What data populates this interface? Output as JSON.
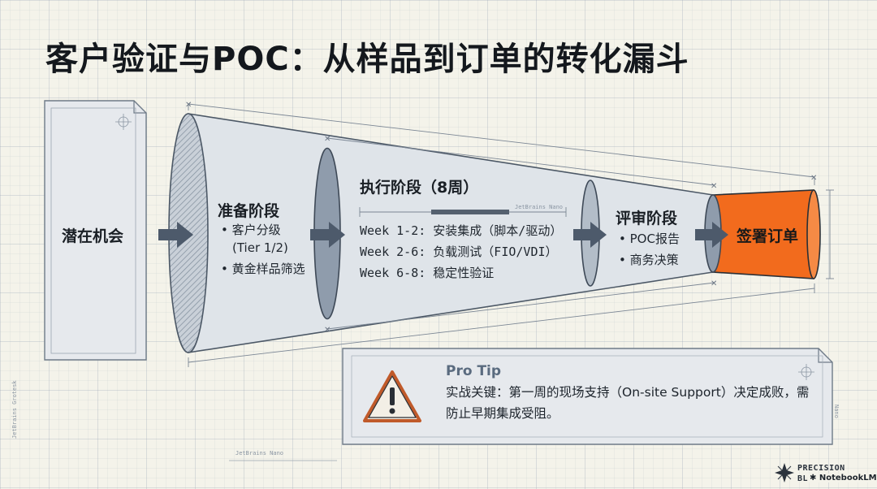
{
  "title": "客户验证与POC：从样品到订单的转化漏斗",
  "stages": {
    "potential": {
      "label": "潜在机会"
    },
    "prep": {
      "title": "准备阶段",
      "bullets": [
        "客户分级",
        "(Tier 1/2)",
        "黄金样品筛选"
      ]
    },
    "exec": {
      "title": "执行阶段（8周）",
      "ruler_label": "JetBrains Nano",
      "weeks": [
        "Week 1-2: 安装集成（脚本/驱动）",
        "Week 2-6: 负载测试（FIO/VDI）",
        "Week 6-8: 稳定性验证"
      ]
    },
    "review": {
      "title": "评审阶段",
      "bullets": [
        "POC报告",
        "商务决策"
      ]
    },
    "order": {
      "label": "签署订单"
    }
  },
  "tip": {
    "title": "Pro Tip",
    "body": "实战关键：第一周的现场支持（On-site Support）决定成败，需防止早期集成受阻。"
  },
  "watermark": {
    "ruler_bottom": "JetBrains Nano",
    "side_left": "JetBrains Grotesk",
    "side_right": "Nano"
  },
  "brand": {
    "line1": "PRECISION",
    "line2": "BL",
    "notebook": "NotebookLM"
  },
  "icons": {
    "bullet": "•",
    "warning": "warning-triangle-icon",
    "arrow": "arrow-right-icon"
  },
  "colors": {
    "accent_orange": "#f26b1d",
    "funnel_fill": "#dfe4e9",
    "ring_fill": "#8f9cac",
    "arrow": "#4d5a6b",
    "tip_title": "#5a6b7f"
  }
}
